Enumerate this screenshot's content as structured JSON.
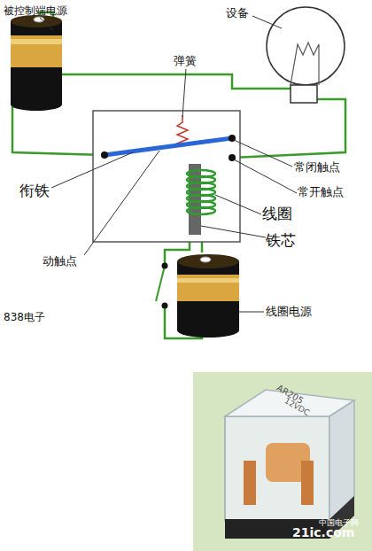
{
  "diagram": {
    "labels": [
      "被控制端电源",
      "设备",
      "弹簧",
      "常闭触点",
      "衔铁",
      "常开触点",
      "线圈",
      "动触点",
      "铁芯",
      "838电子",
      "线圈电源",
      "AR205",
      "12VDC",
      "21ic.com",
      "中国电子网"
    ]
  }
}
